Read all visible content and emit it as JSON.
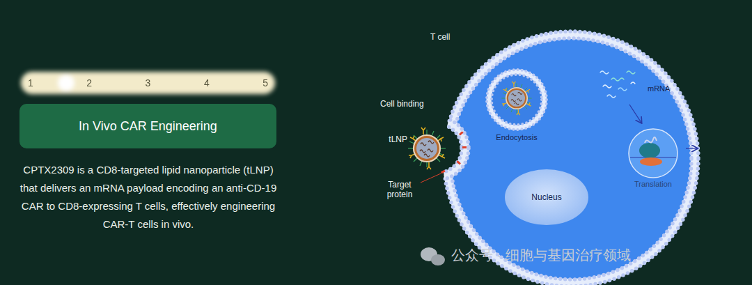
{
  "diagram": {
    "nodes": [
      {
        "text": [
          "1",
          "2",
          "3",
          "4",
          "5"
        ]
      },
      {
        "text": [
          "In Vivo CAR Engineering"
        ]
      },
      {
        "text": [
          "T cell"
        ]
      },
      {
        "text": [
          "tLNP"
        ]
      },
      {
        "text": [
          "Endocytosis"
        ],
        "in": 2
      },
      {
        "text": [
          "Translation"
        ],
        "in": 2
      },
      {
        "text": [
          "Nucleus"
        ],
        "in": 2
      }
    ],
    "labels": [
      "Cell binding",
      "Target protein",
      "mRNA",
      "CPTX2309 is a CD8-targeted lipid nanoparticle (tLNP) that delivers an mRNA payload encoding an anti-CD-19 CAR to CD8-expressing T cells, effectively engineering CAR-T cells in vivo.",
      "公众号 · 细胞与基因治疗领域"
    ]
  }
}
